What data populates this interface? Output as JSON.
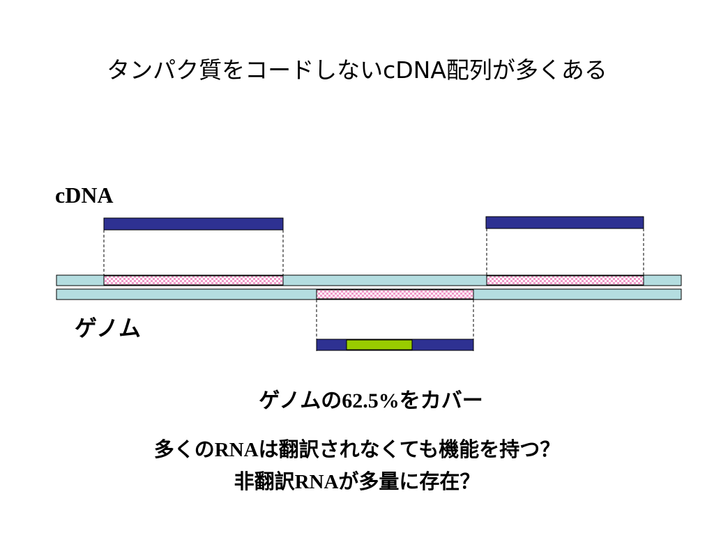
{
  "slide": {
    "title": "タンパク質をコードしないcDNA配列が多くある",
    "cdna_label": "cDNA",
    "genome_label": "ゲノム",
    "coverage_prefix": "ゲノムの",
    "coverage_value": "62.5%",
    "coverage_suffix": "をカバー",
    "question1_prefix": "多くの",
    "question1_rna": "RNA",
    "question1_suffix": "は翻訳されなくても機能を持つ？",
    "question2_prefix": "非翻訳",
    "question2_rna": "RNA",
    "question2_suffix": "が多量に存在？"
  },
  "colors": {
    "genome_strand": "#b4dde0",
    "cdna_bar": "#2e3192",
    "coding_region": "#99cc00",
    "pattern_pink": "#f09ac8"
  }
}
